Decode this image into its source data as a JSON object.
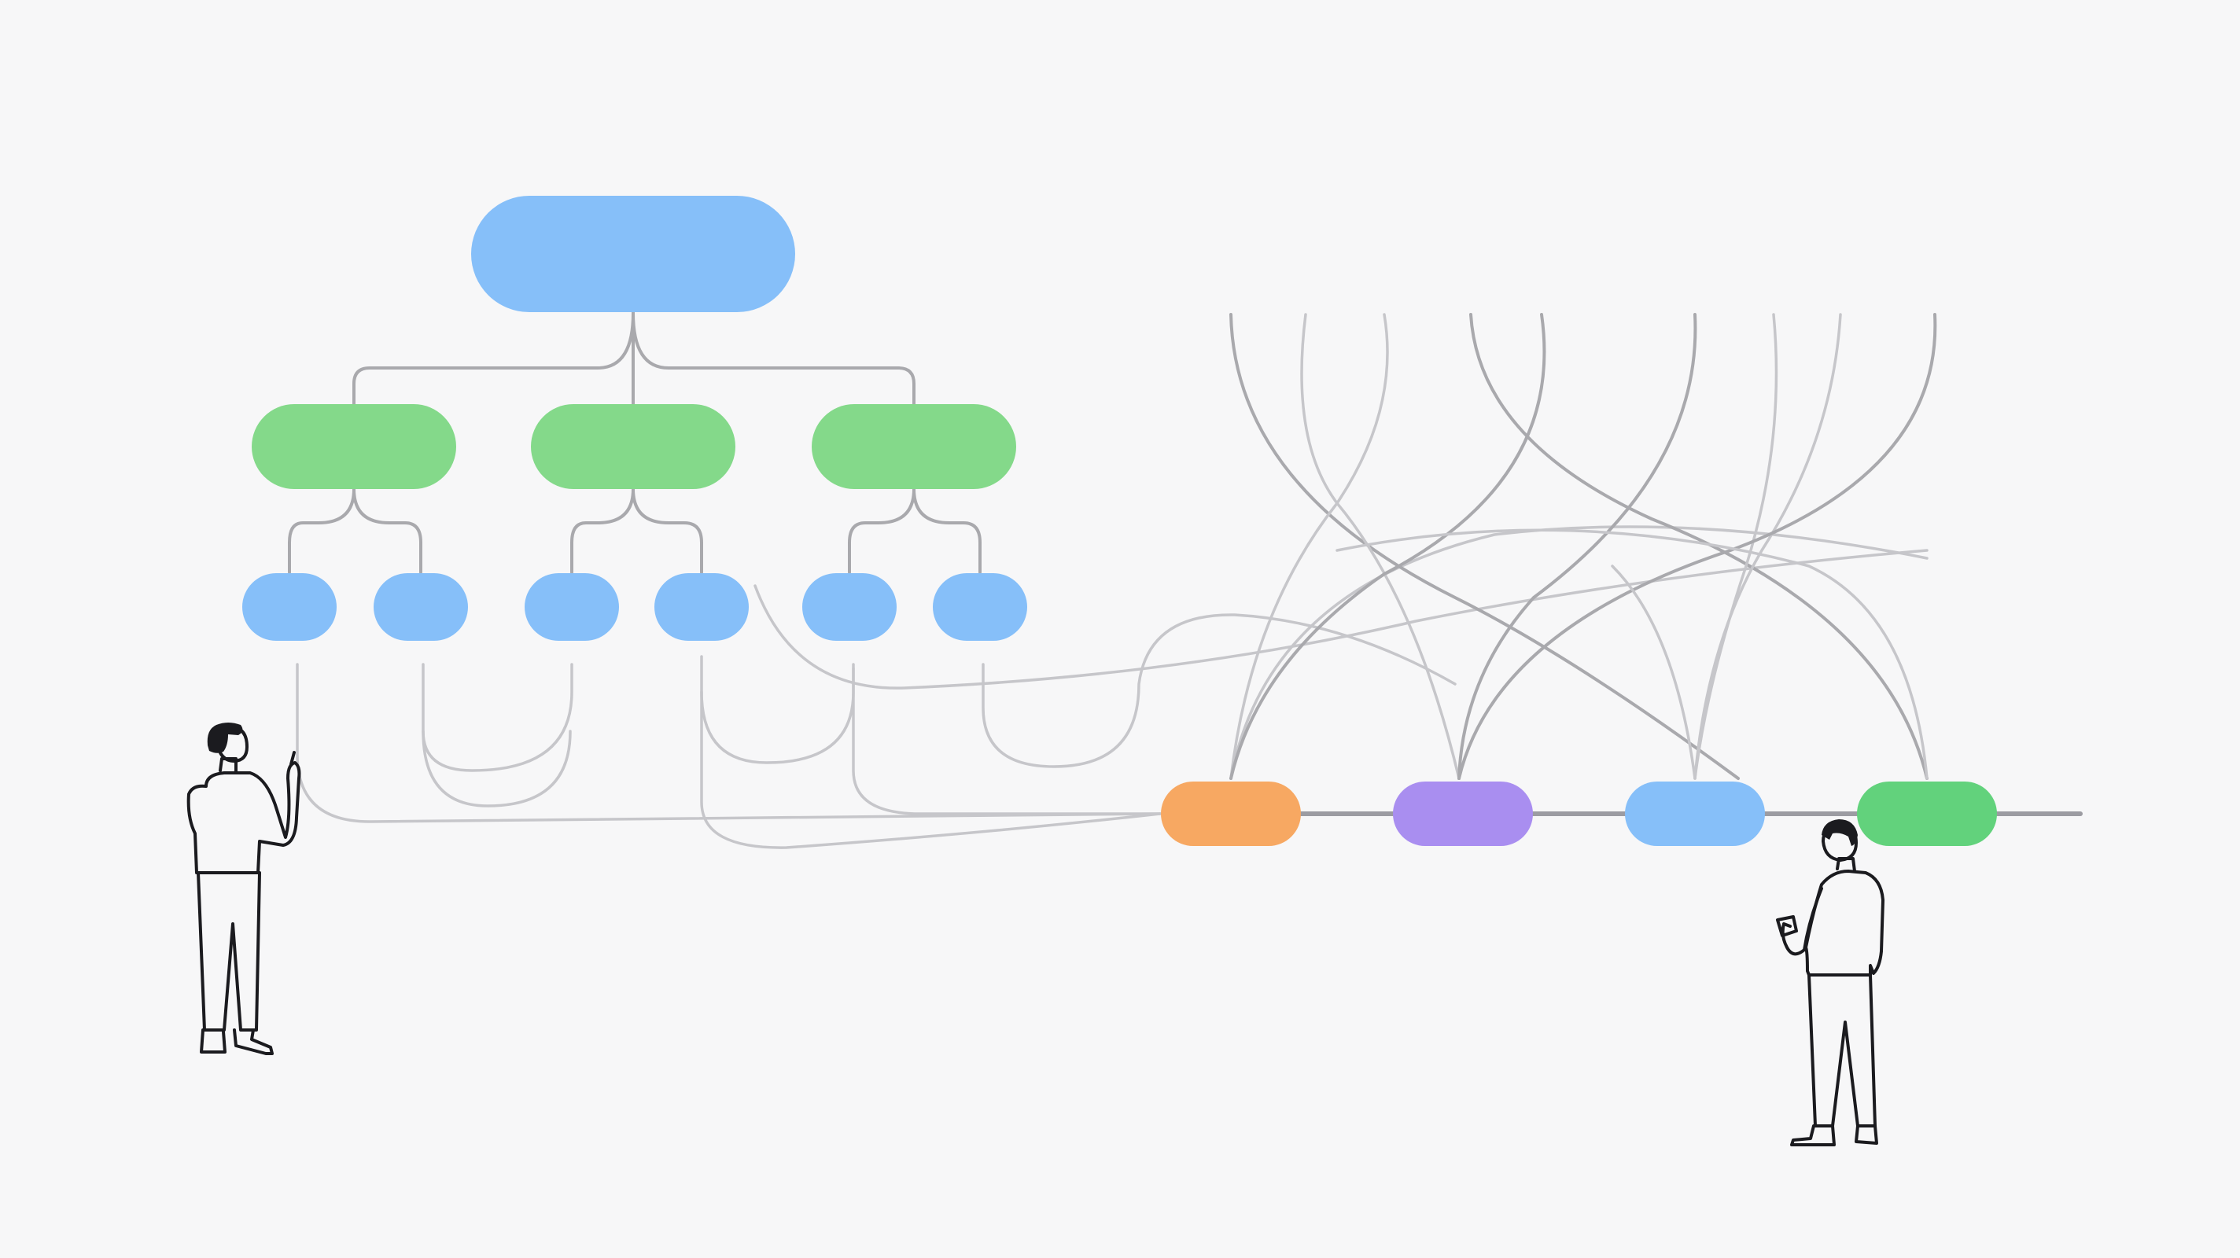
{
  "colors": {
    "background": "#f7f7f8",
    "blue": "#86bff9",
    "green": "#84d98a",
    "orange": "#f7a862",
    "purple": "#a98ef0",
    "timeline_green": "#62d27c",
    "connector": "#a9a9ad",
    "person_blue_shirt": "#84b8f4",
    "person_light_shirt": "#ececea",
    "person_pants": "#e7e6e2",
    "person_hair": "#1b1b1f"
  },
  "hierarchy": {
    "root": {
      "color": "blue"
    },
    "branches": [
      {
        "color": "green",
        "leaves": [
          {
            "color": "blue"
          },
          {
            "color": "blue"
          }
        ]
      },
      {
        "color": "green",
        "leaves": [
          {
            "color": "blue"
          },
          {
            "color": "blue"
          }
        ]
      },
      {
        "color": "green",
        "leaves": [
          {
            "color": "blue"
          },
          {
            "color": "blue"
          }
        ]
      }
    ]
  },
  "timeline": {
    "nodes": [
      {
        "color": "orange"
      },
      {
        "color": "purple"
      },
      {
        "color": "blue"
      },
      {
        "color": "timeline_green"
      }
    ]
  },
  "figures": [
    {
      "role": "person-pointing",
      "shirt": "person_blue_shirt"
    },
    {
      "role": "person-observing",
      "shirt": "person_light_shirt"
    }
  ]
}
